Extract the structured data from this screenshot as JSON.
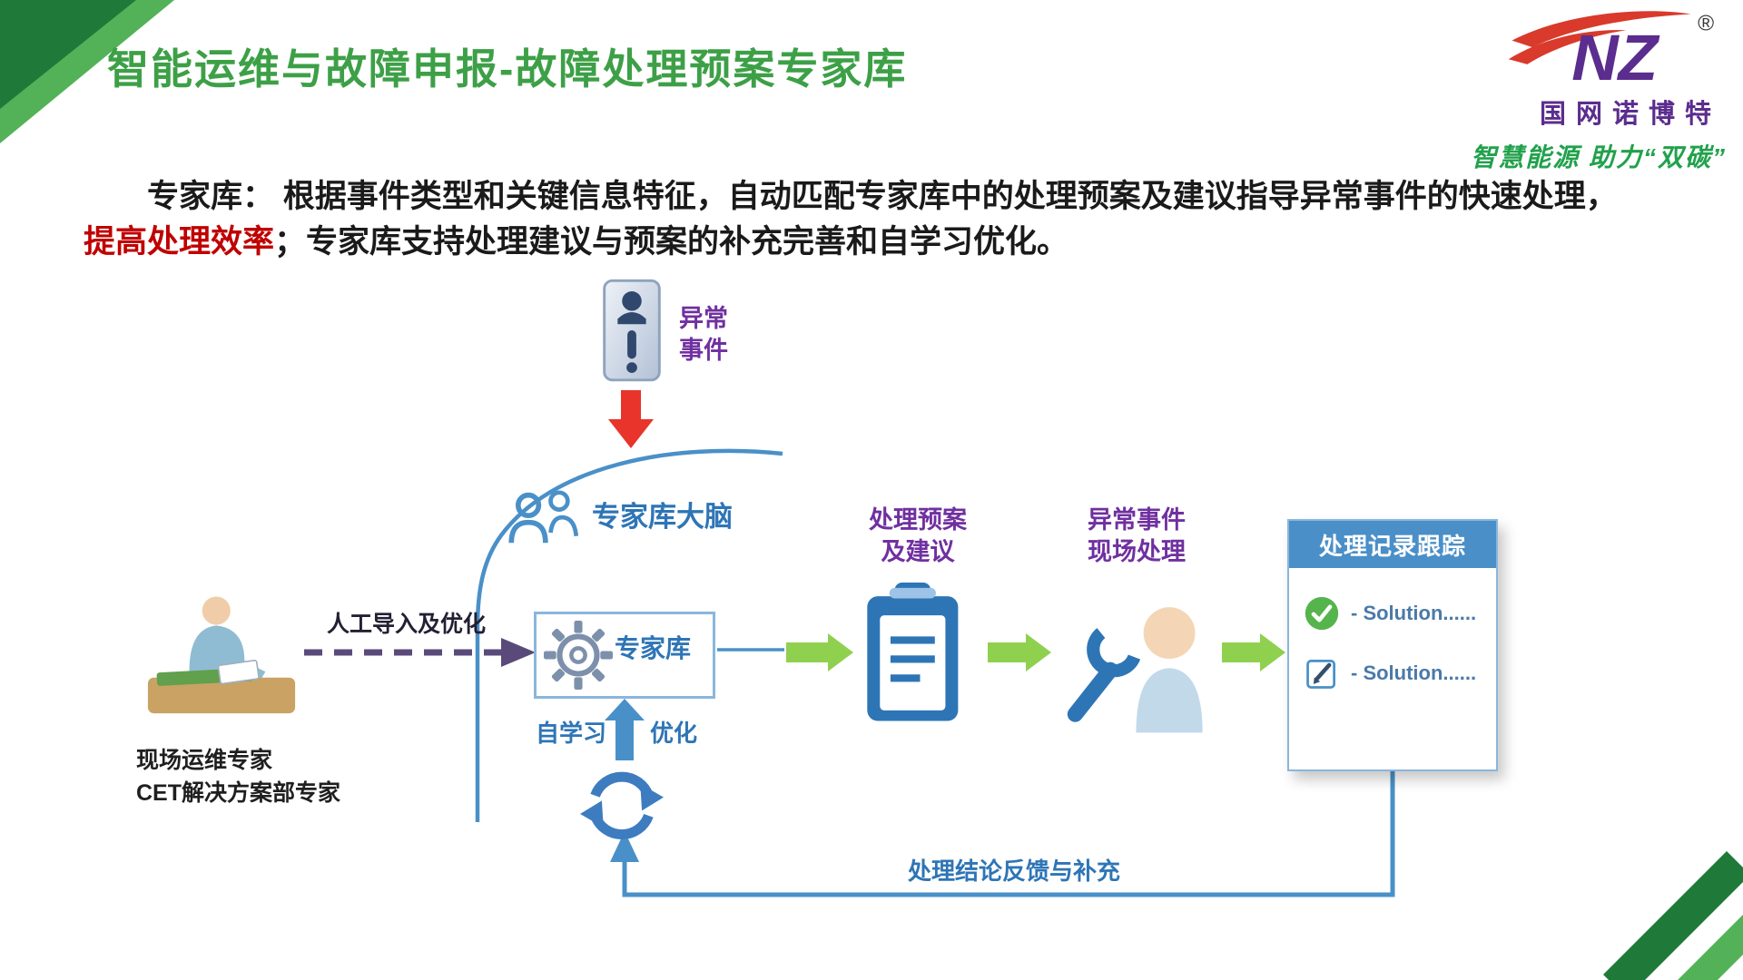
{
  "colors": {
    "title-green": "#3da047",
    "dark-green": "#1f7a3a",
    "mid-green": "#53b257",
    "accent-red": "#c00000",
    "arrow-red": "#e8342a",
    "purple": "#7030a0",
    "blue": "#2e75b6",
    "line-blue": "#4a90c8",
    "panel-blue": "#4a8fc7",
    "green-arrow": "#8fd14f",
    "dashed-purple": "#5a4a7a",
    "brand-purple": "#5b2d8e",
    "brand-green": "#21a14c",
    "text-dark": "#1a1a1a"
  },
  "header": {
    "title": "智能运维与故障申报-故障处理预案专家库",
    "logo": {
      "monogram": "NZ",
      "registered": "®",
      "brand": "国网诺博特",
      "tagline": "智慧能源 助力“双碳”"
    }
  },
  "intro": {
    "lead": "专家库： 根据事件类型和关键信息特征，自动匹配专家库中的处理预案及建议指导异常事件的快速处理，",
    "highlight": "提高处理效率",
    "rest": "；专家库支持处理建议与预案的补充完善和自学习优化。"
  },
  "diagram": {
    "abnormal_event": {
      "line1": "异常",
      "line2": "事件"
    },
    "expert_brain": "专家库大脑",
    "manual_import": "人工导入及优化",
    "experts": {
      "line1": "现场运维专家",
      "line2": "CET解决方案部专家"
    },
    "expert_lib": "专家库",
    "self_learning": "自学习",
    "optimize": "优化",
    "plan": {
      "line1": "处理预案",
      "line2": "及建议"
    },
    "onsite": {
      "line1": "异常事件",
      "line2": "现场处理"
    },
    "tracking": {
      "header": "处理记录跟踪",
      "items": [
        {
          "icon": "check",
          "text": "- Solution......"
        },
        {
          "icon": "edit",
          "text": "- Solution......"
        }
      ]
    },
    "feedback": "处理结论反馈与补充"
  }
}
